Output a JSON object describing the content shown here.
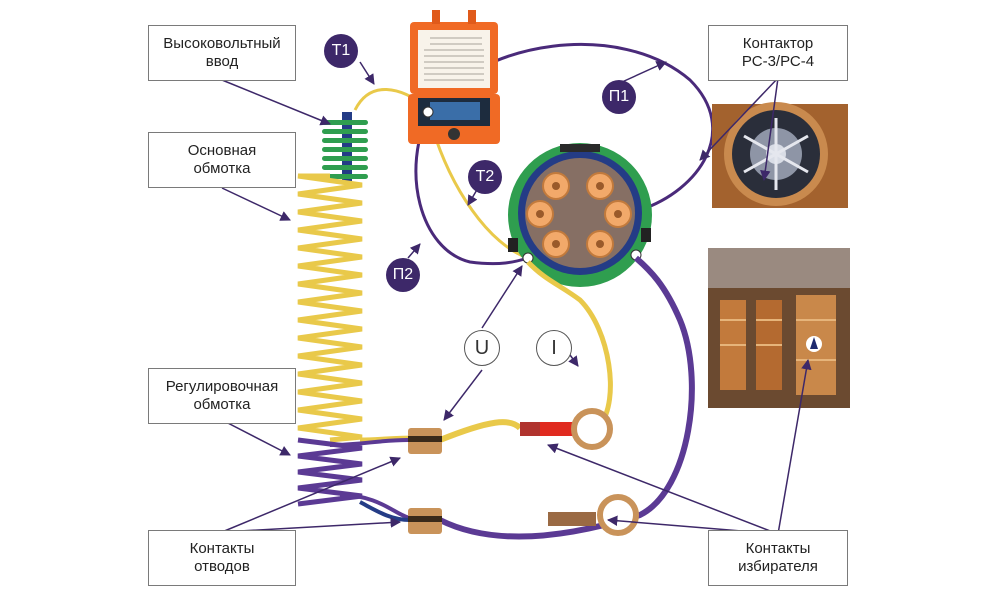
{
  "labels": {
    "hv_input": [
      "Высоковольтный",
      "ввод"
    ],
    "main_winding": [
      "Основная",
      "обмотка"
    ],
    "contactor": [
      "Контактор",
      "РС-3/РС-4"
    ],
    "reg_winding": [
      "Регулировочная",
      "обмотка"
    ],
    "tap_contacts": [
      "Контакты",
      "отводов"
    ],
    "selector_contacts": [
      "Контакты",
      "избирателя"
    ]
  },
  "badges": {
    "t1": "Т1",
    "t2": "Т2",
    "p1": "П1",
    "p2": "П2"
  },
  "meters": {
    "u": "U",
    "i": "I"
  },
  "colors": {
    "purple": "#4a2a7a",
    "badge": "#3d2869",
    "yellow": "#e9c94a",
    "green_coil": "#2f9e4f",
    "reg_coil": "#5b3a94",
    "device_orange": "#f06a25",
    "contact_ring": "#c9935a",
    "line": "#444466"
  }
}
